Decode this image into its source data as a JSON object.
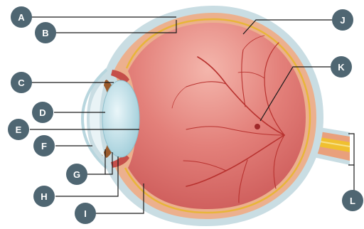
{
  "diagram": {
    "labels": [
      {
        "id": "A",
        "text": "A"
      },
      {
        "id": "B",
        "text": "B"
      },
      {
        "id": "C",
        "text": "C"
      },
      {
        "id": "D",
        "text": "D"
      },
      {
        "id": "E",
        "text": "E"
      },
      {
        "id": "F",
        "text": "F"
      },
      {
        "id": "G",
        "text": "G"
      },
      {
        "id": "H",
        "text": "H"
      },
      {
        "id": "I",
        "text": "I"
      },
      {
        "id": "J",
        "text": "J"
      },
      {
        "id": "K",
        "text": "K"
      },
      {
        "id": "L",
        "text": "L"
      }
    ],
    "colors": {
      "badge": "#4f6672",
      "sclera_outer": "#c9dde3",
      "choroid": "#e9a07c",
      "retina_line": "#e8b53a",
      "vitreous": "#d96c6a",
      "vitreous_light": "#f2aaa2",
      "lens": "#b9dde6",
      "iris": "#9a5a2c",
      "optic_nerve": "#f0c030",
      "vessel": "#b8322f"
    }
  }
}
